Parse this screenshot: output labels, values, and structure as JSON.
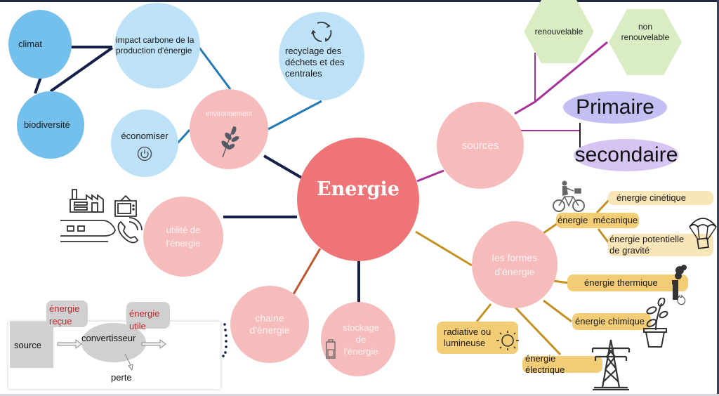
{
  "title": "Energie",
  "colors": {
    "center": "#ee7477",
    "branch_pink": "#f6bcbc",
    "blue_dark": "#74c0ec",
    "blue_light": "#bde1f6",
    "hex_green": "#d9ecc3",
    "primaire": "#c3bff3",
    "secondaire": "#d6c4f2",
    "tag_gold": "#f3cc76",
    "tag_pale": "#f8e6b8",
    "link_navy": "#14204a",
    "link_blue": "#2379b5",
    "link_magenta": "#a8309a",
    "link_gold": "#c4901f",
    "link_rust": "#c0552a",
    "red_label": "#c0282d"
  },
  "center": {
    "label": "Energie"
  },
  "branches": {
    "environnement": {
      "label": "environnement",
      "icon": "leaf-branch-icon"
    },
    "sources": {
      "label": "sources"
    },
    "utilite": {
      "label": "utilité de l'énergie"
    },
    "formes": {
      "label": "les formes d'énergie"
    },
    "chaine": {
      "label": "chaine d'énergie"
    },
    "stockage": {
      "label": "stockage de l'énergie",
      "icon": "battery-icon"
    }
  },
  "environment": {
    "climat": "climat",
    "biodiversite": "biodiversité",
    "impact": "impact carbone de la production d'énergie",
    "recyclage": "recyclage des déchets et des centrales",
    "economiser": "économiser"
  },
  "sources": {
    "renouvelable": "renouvelable",
    "non_renouvelable": "non renouvelable",
    "primaire": "Primaire",
    "secondaire": "secondaire"
  },
  "formes": {
    "mecanique": "énergie  mécanique",
    "cinetique": "énergie cinétique",
    "potentielle": "énergie potentielle de gravité",
    "thermique": "énergie thermique",
    "chimique": "énergie chimique",
    "electrique": "énergie électrique",
    "radiative": "radiative ou lumineuse"
  },
  "chaine_diagram": {
    "source": "source",
    "convertisseur": "convertisseur",
    "perte": "perte",
    "energie_recue": "énergie reçue",
    "energie_utile": "énergie utile"
  }
}
